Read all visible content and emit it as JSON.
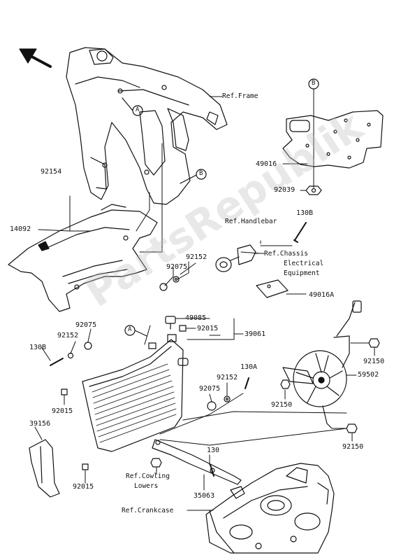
{
  "colors": {
    "ink": "#111111",
    "background": "#ffffff",
    "watermark": "#bebebe"
  },
  "watermark": {
    "text": "PartsRepublik"
  },
  "callouts": {
    "a": "A",
    "b": "B"
  },
  "labels": {
    "ref_frame": "Ref.Frame",
    "ref_handlebar": "Ref.Handlebar",
    "ref_chassis_line1": "Ref.Chassis",
    "ref_chassis_line2": "Electrical",
    "ref_chassis_line3": "Equipment",
    "ref_cowling_line1": "Ref.Cowling",
    "ref_cowling_line2": "Lowers",
    "ref_crankcase": "Ref.Crankcase",
    "p49016": "49016",
    "p92039": "92039",
    "p130b_top": "130B",
    "p92154": "92154",
    "p14092": "14092",
    "p92152_top": "92152",
    "p92075_top": "92075",
    "p49016a": "49016A",
    "p49085": "49085",
    "p92015_top": "92015",
    "p39061": "39061",
    "p92075_left": "92075",
    "p92152_left": "92152",
    "p130b_left": "130B",
    "p92015_left": "92015",
    "p39156": "39156",
    "p92150_top": "92150",
    "p130a": "130A",
    "p92152_mid": "92152",
    "p92075_mid": "92075",
    "p59502": "59502",
    "p92150_mid": "92150",
    "p92150_bottom": "92150",
    "p130": "130",
    "p92015_bottom": "92015",
    "p35063": "35063"
  }
}
